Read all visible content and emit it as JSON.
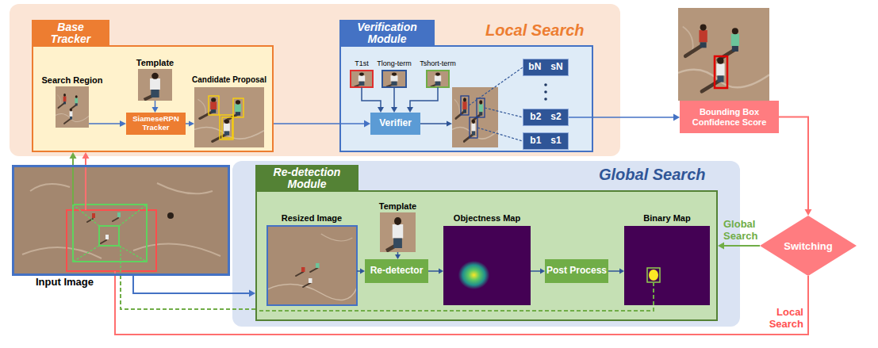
{
  "diagram": {
    "nodes": [
      {
        "text": [
          "Local Search"
        ]
      },
      {
        "text": [
          "Base Tracker"
        ],
        "in": 0
      },
      {
        "text": [
          "SiameseRPN Tracker"
        ],
        "in": 1
      },
      {
        "text": [
          "Verification Module"
        ],
        "in": 0
      },
      {
        "text": [
          "Verifier"
        ],
        "in": 3
      },
      {
        "text": [
          "bN",
          "sN"
        ],
        "in": 3
      },
      {
        "text": [
          "b2",
          "s2"
        ],
        "in": 3
      },
      {
        "text": [
          "b1",
          "s1"
        ],
        "in": 3
      },
      {
        "text": [
          "Bounding Box Confidence Score"
        ]
      },
      {
        "text": [
          "Input Image"
        ]
      },
      {
        "text": [
          "Global Search"
        ]
      },
      {
        "text": [
          "Re-detection Module"
        ],
        "in": 10
      },
      {
        "text": [
          "Re-detector"
        ],
        "in": 11
      },
      {
        "text": [
          "Post Process"
        ],
        "in": 11
      },
      {
        "text": [
          "Switching"
        ]
      }
    ],
    "edges": [
      {
        "from": 1,
        "to": 4,
        "arrow": "to"
      },
      {
        "from": 6,
        "to": 8,
        "arrow": "to"
      },
      {
        "from": 8,
        "to": 14,
        "arrow": "to"
      },
      {
        "from": 14,
        "to": 11,
        "label": "Global Search",
        "arrow": "to"
      },
      {
        "from": 14,
        "to": 9,
        "label": "Local Search",
        "arrow": "none"
      },
      {
        "from": 9,
        "to": 1,
        "arrow": "to"
      },
      {
        "from": 9,
        "to": 1,
        "arrow": "to"
      },
      {
        "from": 9,
        "to": 11,
        "arrow": "to"
      },
      {
        "from": 11,
        "to": 9,
        "arrow": "none"
      }
    ],
    "labels": [
      "Search Region",
      "Template",
      "Candidate Proposal",
      "T1st",
      "Tlong-term",
      "Tshort-term",
      "Resized Image",
      "Template",
      "Objectness Map",
      "Binary Map"
    ]
  }
}
